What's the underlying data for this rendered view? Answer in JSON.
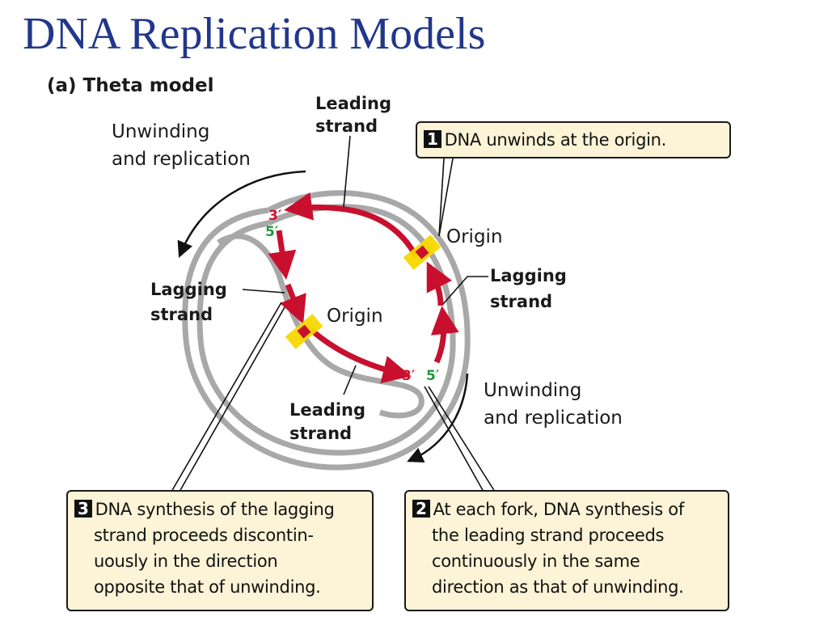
{
  "title": "DNA Replication Models",
  "panel_label": "(a)  Theta model",
  "labels": {
    "leading_top": [
      "Leading",
      "strand"
    ],
    "leading_bottom": [
      "Leading",
      "strand"
    ],
    "lagging_left": [
      "Lagging",
      "strand"
    ],
    "lagging_right": [
      "Lagging",
      "strand"
    ],
    "unwind_top": [
      "Unwinding",
      "and replication"
    ],
    "unwind_bottom": [
      "Unwinding",
      "and replication"
    ],
    "origin_right": "Origin",
    "origin_center": "Origin",
    "three_prime": "3′",
    "five_prime": "5′"
  },
  "callouts": [
    {
      "number": "1",
      "lines": [
        "DNA unwinds at the origin."
      ]
    },
    {
      "number": "2",
      "lines": [
        "At each fork, DNA synthesis of",
        "the leading strand proceeds",
        "continuously in the same",
        "direction as that of unwinding."
      ]
    },
    {
      "number": "3",
      "lines": [
        "DNA synthesis of the lagging",
        "strand proceeds discontin-",
        "uously in the direction",
        "opposite that of unwinding."
      ]
    }
  ],
  "colors": {
    "title": "#22378a",
    "strand_new": "#c8102e",
    "strand_parent": "#a8a8a8",
    "origin": "#f5d800",
    "five_prime": "#1b9a3a",
    "three_prime": "#d6102e",
    "callout_fill": "#fdf3d6"
  }
}
